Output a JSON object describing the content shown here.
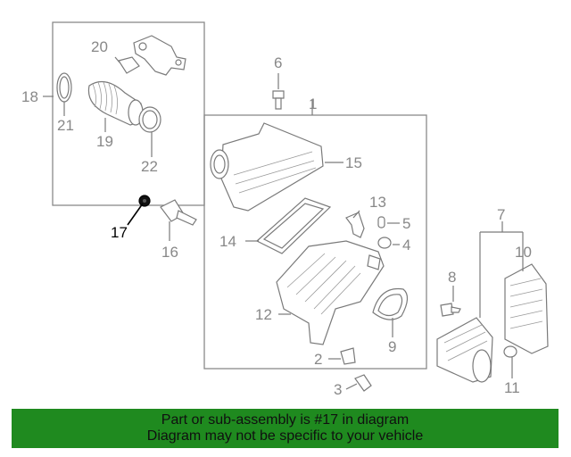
{
  "callouts": {
    "c1": "1",
    "c2": "2",
    "c3": "3",
    "c4": "4",
    "c5": "5",
    "c6": "6",
    "c7": "7",
    "c8": "8",
    "c9": "9",
    "c10": "10",
    "c11": "11",
    "c12": "12",
    "c13": "13",
    "c14": "14",
    "c15": "15",
    "c16": "16",
    "c17": "17",
    "c18": "18",
    "c19": "19",
    "c20": "20",
    "c21": "21",
    "c22": "22"
  },
  "highlight_part": "17",
  "banner": {
    "line1": "Part or sub-assembly is #17 in diagram",
    "line2": "Diagram may not be specific to your vehicle"
  },
  "colors": {
    "banner_bg": "#1f8a1f",
    "line_art": "#7a7a7a",
    "highlight": "#000000"
  }
}
